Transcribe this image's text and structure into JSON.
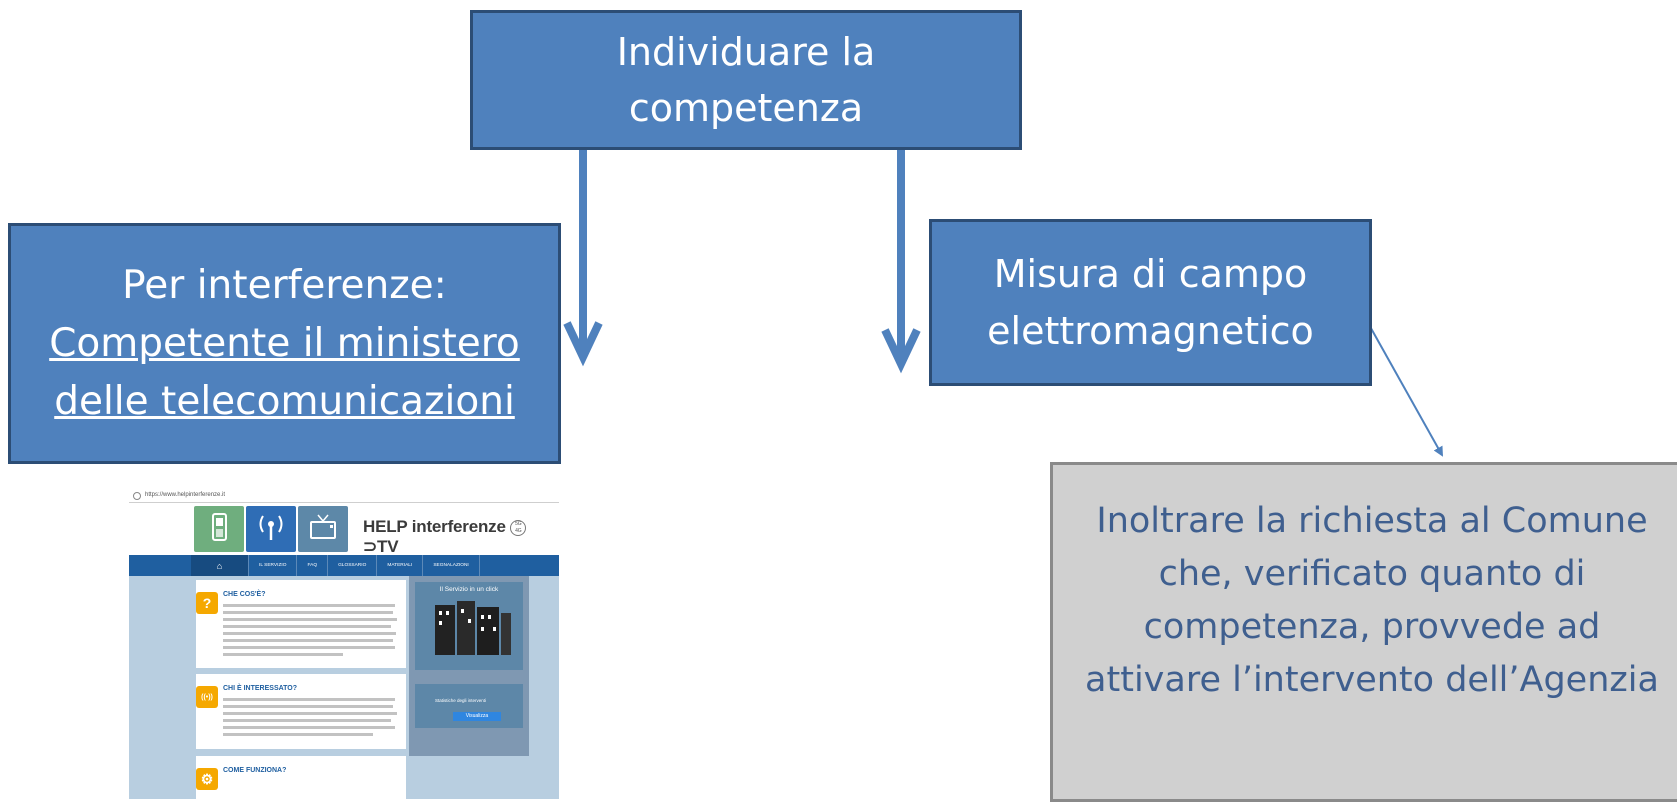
{
  "nodes": {
    "top": {
      "lines": [
        "Individuare la",
        "competenza"
      ]
    },
    "left": {
      "prefix": "Per interferenze:",
      "link_lines": [
        "Competente il ministero",
        "delle telecomunicazioni"
      ]
    },
    "right": {
      "lines": [
        "Misura di campo",
        "elettromagnetico"
      ]
    },
    "grey": {
      "lines": [
        "Inoltrare la richiesta al Comune",
        "che, verificato quanto di",
        "competenza,  provvede ad",
        "attivare l’intervento dell’Agenzia"
      ]
    }
  },
  "colors": {
    "box_fill": "#4f81bd",
    "box_border": "#2c4d75",
    "arrow": "#4f81bd",
    "grey_fill": "#d0d0d0",
    "grey_text": "#3f5f8f"
  },
  "screenshot": {
    "url": "https://www.helpinterferenze.it",
    "brand": "HELP interferenze",
    "brand_badge_top": "5G",
    "brand_badge_bottom": "4G",
    "brand_tv": "TV",
    "tile_icons": [
      "mobile-phone-icon",
      "antenna-icon",
      "television-icon"
    ],
    "nav": [
      "IL SERVIZIO",
      "FAQ",
      "GLOSSARIO",
      "MATERIALI",
      "SEGNALAZIONI"
    ],
    "cards": [
      {
        "title": "CHE COS'È?",
        "icon": "?",
        "icon_color": "#f5a800"
      },
      {
        "title": "CHI È INTERESSATO?",
        "icon": "((•))",
        "icon_color": "#f5a800"
      },
      {
        "title": "COME FUNZIONA?",
        "icon": "⚙",
        "icon_color": "#f5a800"
      }
    ],
    "side_panels": [
      {
        "title": "Il Servizio in un click"
      },
      {
        "title": "Statistiche degli interventi",
        "button": "Visualizza"
      }
    ]
  }
}
